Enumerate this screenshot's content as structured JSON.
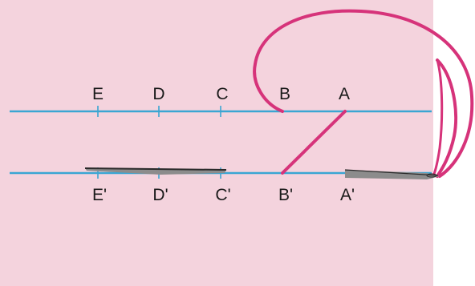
{
  "colors": {
    "background": "#f4d3dd",
    "line": "#3aa6d3",
    "thread": "#d6337a",
    "needle": "#8c8c8c",
    "needle_dark": "#2a2a2a"
  },
  "icons": [
    "needle-icon"
  ],
  "upper_line": {
    "labels": [
      "E",
      "D",
      "C",
      "B",
      "A"
    ]
  },
  "lower_line": {
    "labels": [
      "E'",
      "D'",
      "C'",
      "B'",
      "A'"
    ]
  }
}
